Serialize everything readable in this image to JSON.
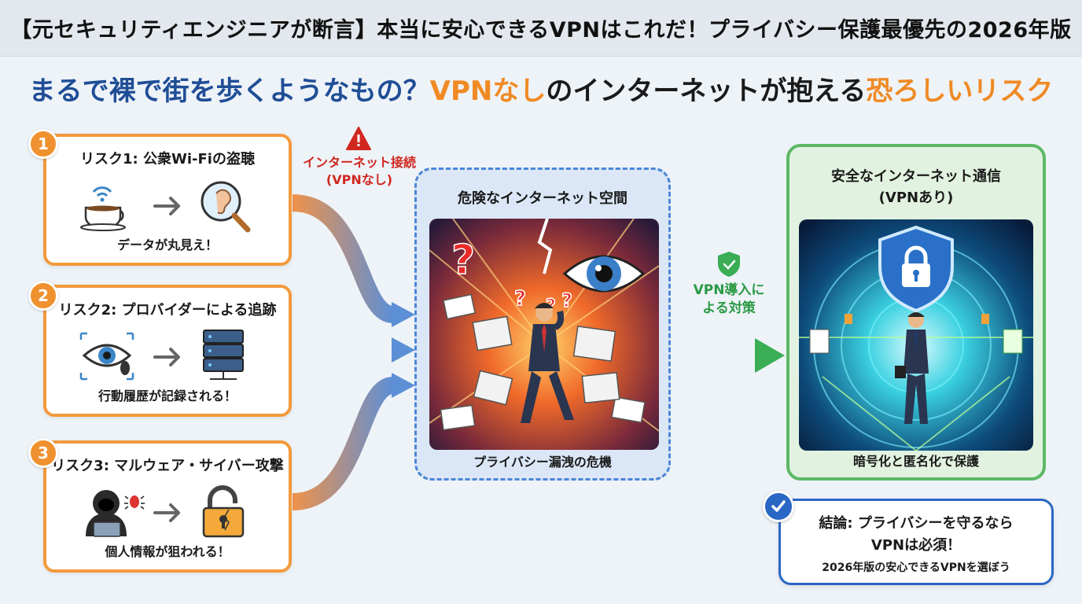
{
  "header": {
    "title": "【元セキュリティエンジニアが断言】本当に安心できるVPNはこれだ！プライバシー保護最優先の2026年版"
  },
  "headline": {
    "part1": "まるで裸で街を歩くようなもの？",
    "part2": "VPNなし",
    "part3": "のインターネットが抱える",
    "part4": "恐ろしいリスク"
  },
  "risks": [
    {
      "number": "1",
      "title": "リスク1: 公衆Wi-Fiの盗聴",
      "caption": "データが丸見え！",
      "icon_from": "coffee-wifi-icon",
      "icon_to": "ear-magnifier-icon"
    },
    {
      "number": "2",
      "title": "リスク2: プロバイダーによる追跡",
      "caption": "行動履歴が記録される！",
      "icon_from": "eye-tracking-icon",
      "icon_to": "server-icon"
    },
    {
      "number": "3",
      "title": "リスク3: マルウェア・サイバー攻撃",
      "caption": "個人情報が狙われる！",
      "icon_from": "hacker-icon",
      "icon_to": "broken-padlock-icon"
    }
  ],
  "warning": {
    "icon": "warning-triangle-icon",
    "line1": "インターネット接続",
    "line2": "(VPNなし)"
  },
  "danger_panel": {
    "title": "危険なインターネット空間",
    "caption": "プライバシー漏洩の危機"
  },
  "countermeasure": {
    "icon": "shield-icon",
    "line1": "VPN導入に",
    "line2": "よる対策"
  },
  "safe_panel": {
    "title_line1": "安全なインターネット通信",
    "title_line2": "(VPNあり)",
    "caption": "暗号化と匿名化で保護"
  },
  "conclusion": {
    "icon": "check-icon",
    "line1": "結論: プライバシーを守るなら",
    "line2": "VPNは必須！",
    "line3": "2026年版の安心できるVPNを選ぼう"
  },
  "colors": {
    "orange": "#f39a3c",
    "blue": "#2a66c4",
    "green": "#5db865",
    "red": "#d0271f"
  }
}
